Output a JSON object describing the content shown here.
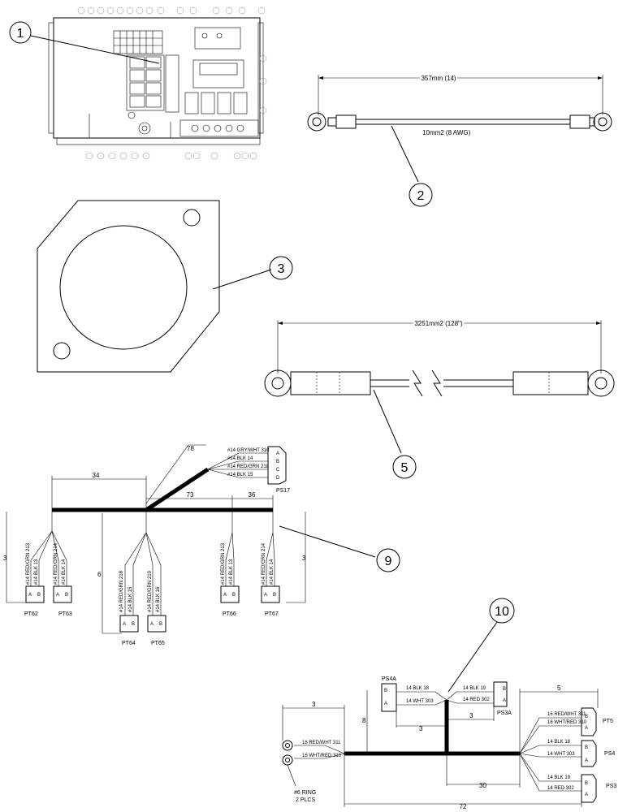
{
  "callouts": [
    "1",
    "2",
    "3",
    "5",
    "9",
    "10"
  ],
  "cable_2": {
    "length": "357mm (14)",
    "wire": "10mm2 (8 AWG)"
  },
  "cable_5": {
    "length": "3251mm2 (128\")"
  },
  "harness_9": {
    "dims": {
      "d34": "34",
      "d78": "78",
      "d73": "73",
      "d36": "36",
      "d3_left": "3",
      "d6": "6",
      "d3_right": "3"
    },
    "ps17": {
      "name": "PS17",
      "pins": [
        "A",
        "B",
        "C",
        "D"
      ],
      "wires": [
        "#14 GRY/WHT 310",
        "#14 BLK 14",
        "#14 RED/GRN 218",
        "#14 BLK 15"
      ]
    },
    "connectors": [
      {
        "name": "PT62",
        "wires": [
          "#14 RED/GRN 213",
          "#14 BLK 13"
        ],
        "pins": [
          "A",
          "B"
        ]
      },
      {
        "name": "PT63",
        "wires": [
          "#14 RED/GRN 214",
          "#14 BLK 14"
        ],
        "pins": [
          "A",
          "B"
        ]
      },
      {
        "name": "PT64",
        "wires": [
          "#14 RED/GRN 218",
          "#14 BLK 15"
        ],
        "pins": [
          "A",
          "B"
        ]
      },
      {
        "name": "PT65",
        "wires": [
          "#14 RED/GRN 219",
          "#14 BLK 16"
        ],
        "pins": [
          "A",
          "B"
        ]
      },
      {
        "name": "PT66",
        "wires": [
          "#14 RED/GRN 213",
          "#14 BLK 13"
        ],
        "pins": [
          "A",
          "B"
        ]
      },
      {
        "name": "PT67",
        "wires": [
          "#14 RED/GRN 214",
          "#14 BLK 14"
        ],
        "pins": [
          "A",
          "B"
        ]
      }
    ]
  },
  "harness_10": {
    "dims": {
      "d5": "5",
      "d3_top": "3",
      "d8": "8",
      "d3_mid": "3",
      "d3_low": "3",
      "d30": "30",
      "d72": "72"
    },
    "ps4a": {
      "name": "PS4A",
      "pins": [
        "B",
        "A"
      ],
      "wires": [
        "14 BLK 18",
        "14 WHT 303"
      ]
    },
    "ps3a": {
      "name": "PS3A",
      "pins": [
        "B",
        "A"
      ],
      "wires": [
        "14 BLK 19",
        "14 RED 302"
      ]
    },
    "ring": {
      "wires": [
        "16 RED/WHT 311",
        "16 WHT/RED 310"
      ],
      "label1": "#6 RING",
      "label2": "2 PLCS"
    },
    "right": [
      {
        "name": "PT5",
        "pins": [
          "B",
          "A"
        ],
        "wires": [
          "16 RED/WHT 311",
          "16 WHT/RED 310"
        ]
      },
      {
        "name": "PS4",
        "pins": [
          "B",
          "A"
        ],
        "wires": [
          "14 BLK 18",
          "14 WHT 303"
        ]
      },
      {
        "name": "PS3",
        "pins": [
          "B",
          "A"
        ],
        "wires": [
          "14 BLK 19",
          "14 RED 302"
        ]
      }
    ]
  }
}
